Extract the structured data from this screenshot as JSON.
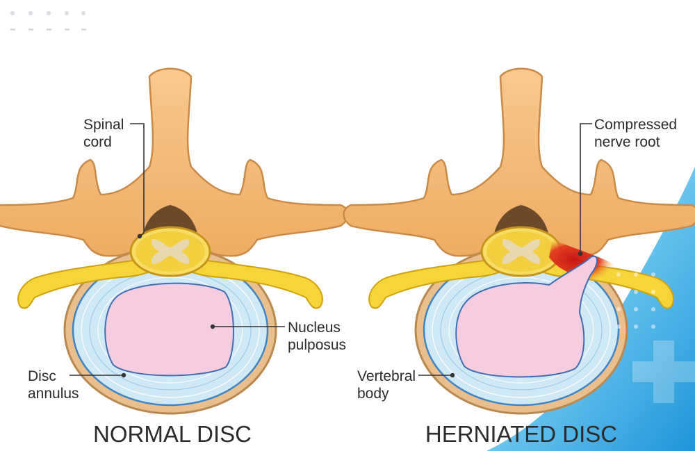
{
  "normal_disc": {
    "caption": "NORMAL DISC",
    "labels": {
      "spinal_cord": [
        "Spinal",
        "cord"
      ],
      "nucleus_pulposus": [
        "Nucleus",
        "pulposus"
      ],
      "disc_annulus": [
        "Disc",
        "annulus"
      ]
    }
  },
  "herniated_disc": {
    "caption": "HERNIATED DISC",
    "labels": {
      "compressed_nerve_root": [
        "Compressed",
        "nerve root"
      ],
      "vertebral_body": [
        "Vertebral",
        "body"
      ]
    }
  },
  "colors": {
    "bone": "#f2b877",
    "bone_outline": "#c98a48",
    "nerve": "#f5d53a",
    "annulus": "#bfe0f2",
    "nucleus": "#f6cde0",
    "inflammation": "#d61a1a",
    "accent_blue": "#2aa3de"
  }
}
